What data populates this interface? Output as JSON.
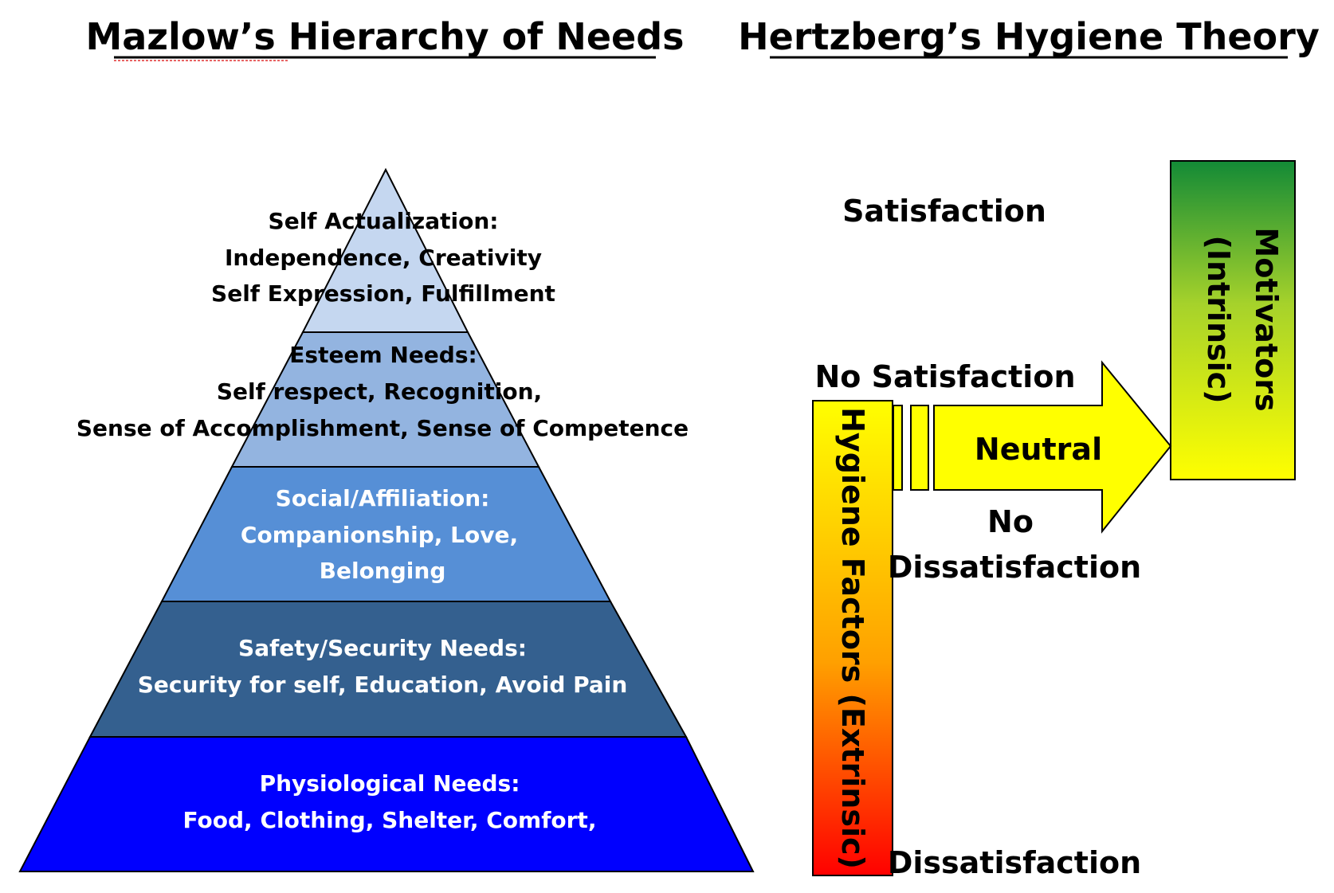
{
  "titles": {
    "maslow": "Mazlow’s Hierarchy of Needs",
    "herzberg": "Hertzberg’s Hygiene Theory"
  },
  "pyramid": {
    "tiers": [
      {
        "lines": [
          "Self Actualization:",
          "Independence, Creativity",
          "Self Expression, Fulfillment"
        ],
        "fill": "#c5d7f0",
        "text_color": "#000000"
      },
      {
        "lines": [
          "Esteem Needs:",
          "Self respect, Recognition,",
          "Sense of Accomplishment, Sense of Competence"
        ],
        "fill": "#93b4e0",
        "text_color": "#000000"
      },
      {
        "lines": [
          "Social/Affiliation:",
          "Companionship, Love,",
          "Belonging"
        ],
        "fill": "#568fd6",
        "text_color": "#ffffff"
      },
      {
        "lines": [
          "Safety/Security  Needs:",
          "Security for self, Education, Avoid Pain"
        ],
        "fill": "#34608f",
        "text_color": "#ffffff"
      },
      {
        "lines": [
          "Physiological Needs:",
          "Food, Clothing, Shelter, Comfort,"
        ],
        "fill": "#0000ff",
        "text_color": "#ffffff"
      }
    ]
  },
  "herzberg": {
    "satisfaction": "Satisfaction",
    "no_satisfaction": "No Satisfaction",
    "neutral": "Neutral",
    "no_dissatisfaction_line1": "No",
    "no_dissatisfaction_line2": "Dissatisfaction",
    "dissatisfaction": "Dissatisfaction",
    "hygiene_factors": "Hygiene Factors (Extrinsic)",
    "motivators_line1": "Motivators",
    "motivators_line2": "(Intrinsic)"
  },
  "colors": {
    "yellow": "#ffff00",
    "green": "#138a36",
    "red": "#ff0000",
    "orange": "#ff9900",
    "outline": "#000000"
  }
}
